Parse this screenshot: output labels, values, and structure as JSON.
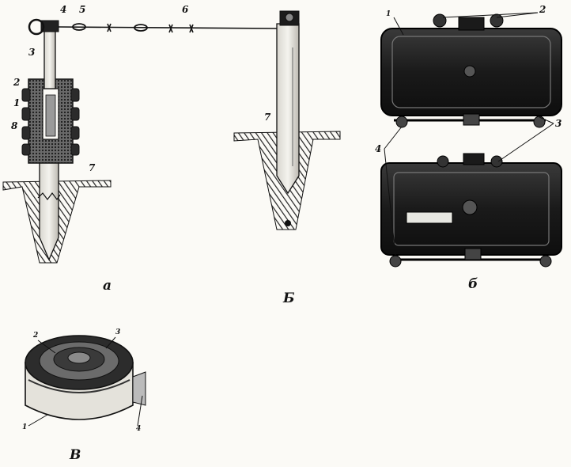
{
  "panels": {
    "a": {
      "caption": "а",
      "callouts": [
        "1",
        "2",
        "3",
        "4",
        "5",
        "6",
        "7",
        "8"
      ]
    },
    "B": {
      "caption": "Б",
      "callouts": [
        "7"
      ]
    },
    "b": {
      "caption": "б",
      "callouts": [
        "1",
        "2",
        "3",
        "4"
      ]
    },
    "V": {
      "caption": "В",
      "callouts": [
        "1",
        "2",
        "3",
        "4"
      ]
    }
  },
  "colors": {
    "ink": "#111111",
    "paper": "#fbfaf6",
    "metal_dark": "#1c1c1c",
    "metal_mid": "#5a5a5a",
    "hatch": "#222222"
  }
}
